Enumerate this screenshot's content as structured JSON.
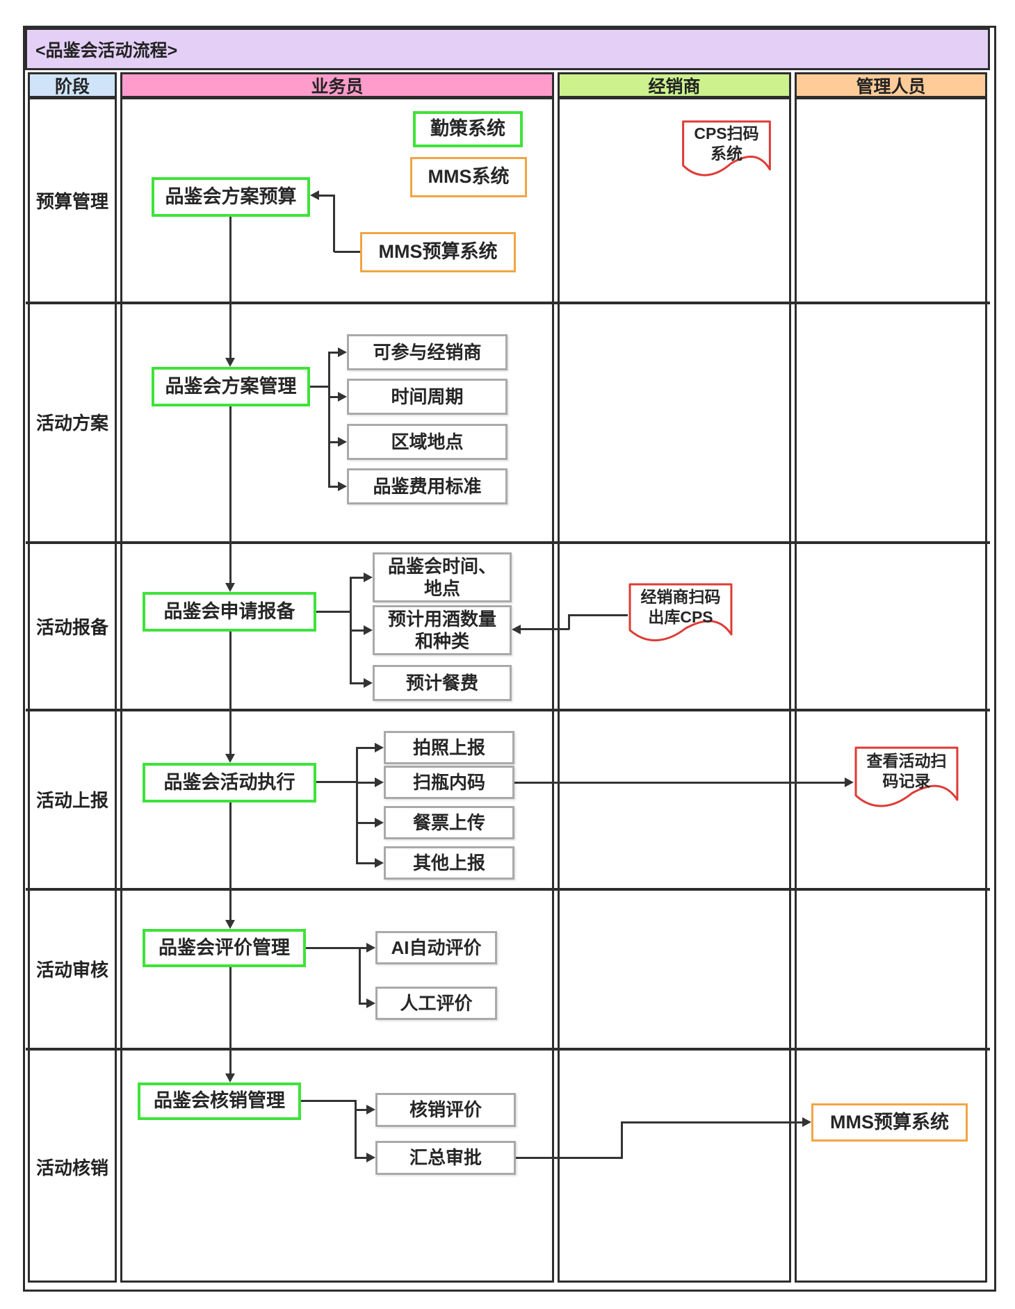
{
  "title": "<品鉴会活动流程>",
  "header": {
    "stage": "阶段",
    "salesman": "业务员",
    "dealer": "经销商",
    "manager": "管理人员"
  },
  "stages": [
    "预算管理",
    "活动方案",
    "活动报备",
    "活动上报",
    "活动审核",
    "活动核销"
  ],
  "row1": {
    "qince": "勤策系统",
    "mms": "MMS系统",
    "plan_budget": "品鉴会方案预算",
    "mms_budget": "MMS预算系统",
    "cps_doc_l1": "CPS扫码",
    "cps_doc_l2": "系统"
  },
  "row2": {
    "plan_manage": "品鉴会方案管理",
    "dealers": "可参与经销商",
    "time_period": "时间周期",
    "region": "区域地点",
    "fee_standard": "品鉴费用标准"
  },
  "row3": {
    "apply": "品鉴会申请报备",
    "time_l1": "品鉴会时间、",
    "time_l2": "地点",
    "wine_l1": "预计用酒数量",
    "wine_l2": "和种类",
    "meal": "预计餐费",
    "dealer_doc_l1": "经销商扫码",
    "dealer_doc_l2": "出库CPS"
  },
  "row4": {
    "execute": "品鉴会活动执行",
    "photo": "拍照上报",
    "scan": "扫瓶内码",
    "ticket": "餐票上传",
    "other": "其他上报",
    "view_doc_l1": "查看活动扫",
    "view_doc_l2": "码记录"
  },
  "row5": {
    "evaluation": "品鉴会评价管理",
    "ai": "AI自动评价",
    "manual": "人工评价"
  },
  "row6": {
    "verification": "品鉴会核销管理",
    "verify_eval": "核销评价",
    "summary": "汇总审批",
    "mms_budget": "MMS预算系统"
  },
  "colors": {
    "title_bg": "#e4d0f7",
    "stage_header_bg": "#cfe4f9",
    "salesman_header_bg": "#ff9ccb",
    "dealer_header_bg": "#ccf18d",
    "manager_header_bg": "#ffcc99",
    "green_border": "#3fe23a",
    "orange_border": "#f2a443",
    "gray_border": "#a9a9a9",
    "red_border": "#df3b35",
    "line": "#333333"
  }
}
